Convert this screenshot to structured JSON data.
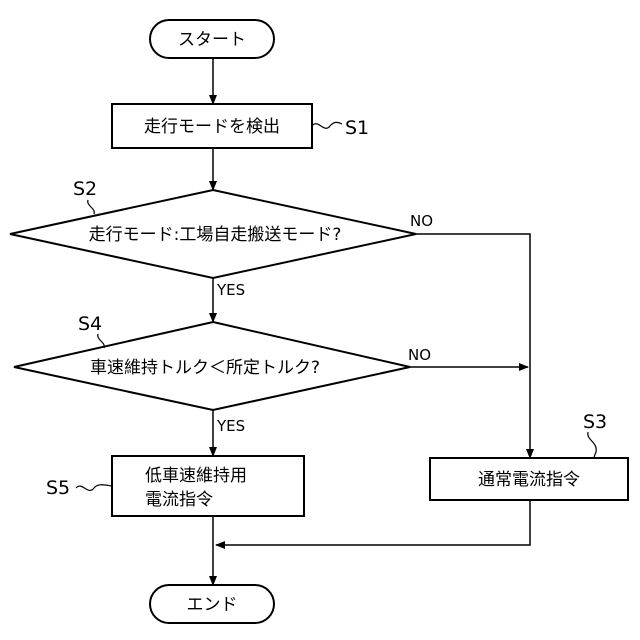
{
  "nodes": {
    "start": "スタート",
    "s1": "走行モードを検出",
    "s2": "走行モード:工場自走搬送モード?",
    "s4": "車速維持トルク＜所定トルク?",
    "s5_line1": "低車速維持用",
    "s5_line2": "電流指令",
    "s3": "通常電流指令",
    "end": "エンド"
  },
  "step_labels": {
    "s1": "S1",
    "s2": "S2",
    "s3": "S3",
    "s4": "S4",
    "s5": "S5"
  },
  "branch_labels": {
    "s2_yes": "YES",
    "s2_no": "NO",
    "s4_yes": "YES",
    "s4_no": "NO"
  }
}
